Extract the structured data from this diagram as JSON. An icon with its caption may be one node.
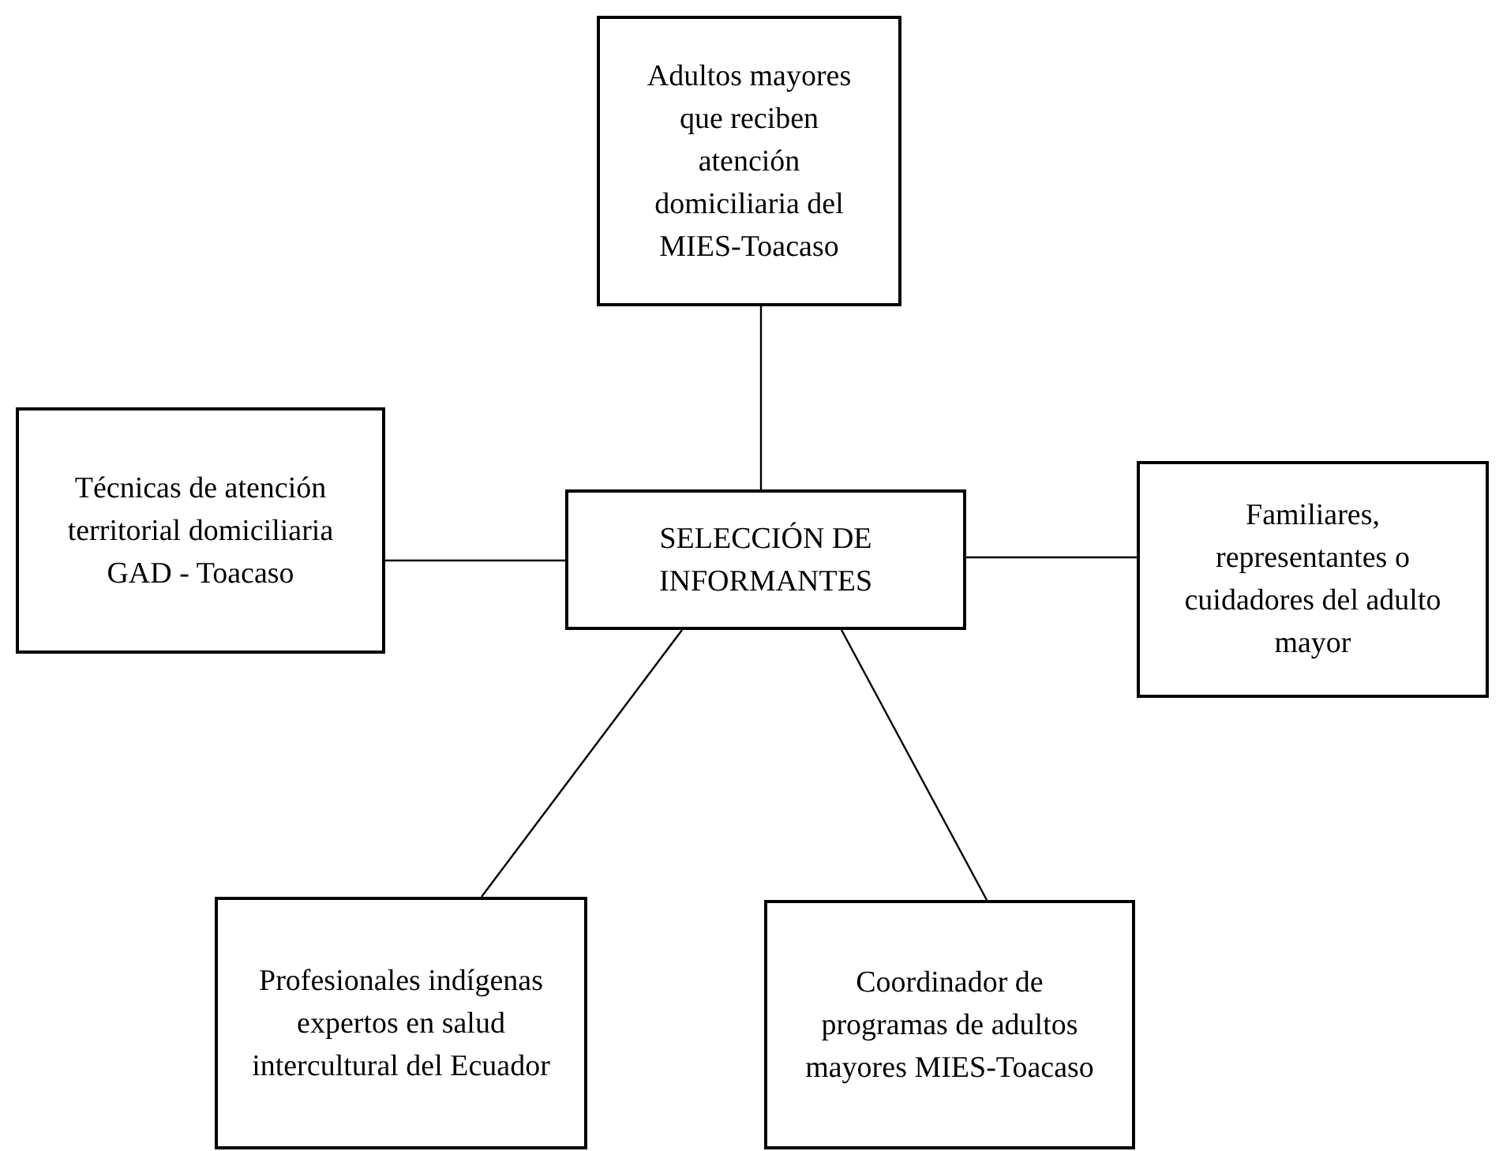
{
  "diagram": {
    "nodes": [
      {
        "text": [
          "Adultos mayores que reciben atención domiciliaria del MIES-Toacaso"
        ]
      },
      {
        "text": [
          "Técnicas de atención territorial domiciliaria GAD - Toacaso"
        ]
      },
      {
        "text": [
          "SELECCIÓN DE INFORMANTES"
        ]
      },
      {
        "text": [
          "Familiares, representantes o cuidadores del adulto mayor"
        ]
      },
      {
        "text": [
          "Profesionales indígenas expertos en salud intercultural del Ecuador"
        ]
      },
      {
        "text": [
          "Coordinador de programas de adultos mayores MIES-Toacaso"
        ]
      }
    ],
    "edges": [
      {
        "from": 2,
        "to": 0,
        "arrow": "none"
      },
      {
        "from": 1,
        "to": 2,
        "arrow": "none"
      },
      {
        "from": 2,
        "to": 3,
        "arrow": "none"
      },
      {
        "from": 2,
        "to": 4,
        "arrow": "none"
      },
      {
        "from": 2,
        "to": 5,
        "arrow": "none"
      }
    ]
  }
}
